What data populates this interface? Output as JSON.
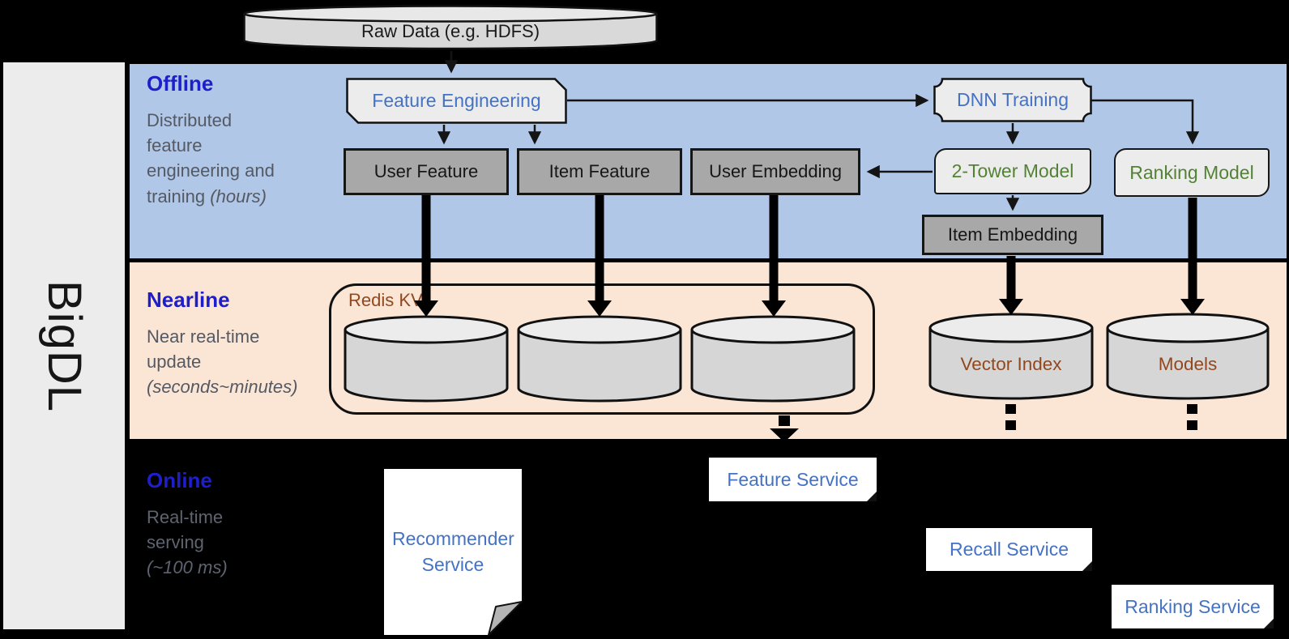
{
  "brand": "BigDL",
  "raw_data_label": "Raw Data (e.g. HDFS)",
  "sections": {
    "offline": {
      "title": "Offline",
      "desc": "Distributed\nfeature\nengineering and\ntraining ",
      "desc_italic": "(hours)"
    },
    "nearline": {
      "title": "Nearline",
      "desc": "Near real-time\nupdate\n",
      "desc_italic": "(seconds~minutes)"
    },
    "online": {
      "title": "Online",
      "desc": "Real-time\nserving\n",
      "desc_italic": "(~100 ms)"
    }
  },
  "nodes": {
    "feature_engineering": {
      "label": "Feature Engineering"
    },
    "dnn_training": {
      "label": "DNN Training"
    },
    "user_feature": {
      "label": "User Feature"
    },
    "item_feature": {
      "label": "Item Feature"
    },
    "user_embedding": {
      "label": "User Embedding"
    },
    "two_tower_model": {
      "label": "2-Tower Model"
    },
    "ranking_model": {
      "label": "Ranking Model"
    },
    "item_embedding": {
      "label": "Item Embedding"
    },
    "redis_kv": {
      "label": "Redis KV"
    },
    "vector_index": {
      "label": "Vector Index"
    },
    "models": {
      "label": "Models"
    },
    "recommender_service": {
      "label": "Recommender Service"
    },
    "feature_service": {
      "label": "Feature Service"
    },
    "recall_service": {
      "label": "Recall Service"
    },
    "ranking_service": {
      "label": "Ranking Service"
    }
  },
  "colors": {
    "offline_band": "#b1c7e7",
    "nearline_band": "#fbe5d5",
    "section_title_blue": "#1e1ecb",
    "node_blue_text": "#4472c4",
    "model_green_text": "#548235",
    "storage_brown_text": "#91481f",
    "gray_box_fill": "#a8a8a8",
    "light_shape_fill": "#ececec",
    "cylinder_fill": "#d6d6d6",
    "background": "#000000"
  }
}
